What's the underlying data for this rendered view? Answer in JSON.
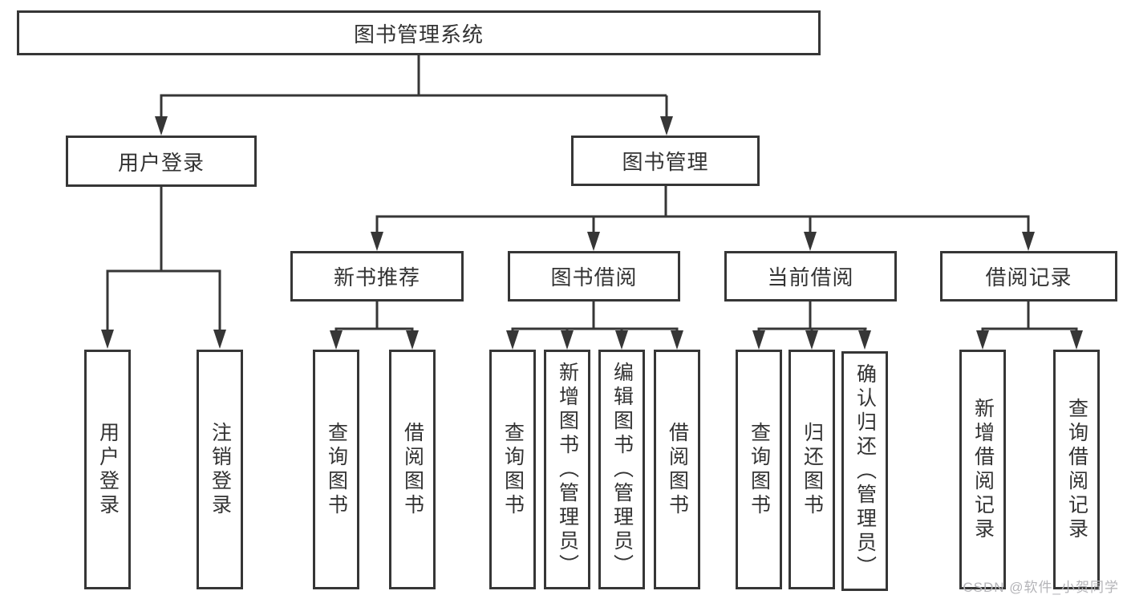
{
  "colors": {
    "line": "#363636",
    "box_border": "#363636",
    "text": "#333333",
    "background": "#ffffff",
    "watermark_text": "#b4b4b8"
  },
  "watermark": {
    "text": "CSDN @软件_小贺同学"
  },
  "tree": {
    "label": "图书管理系统",
    "children": [
      {
        "label": "用户登录",
        "children": [
          {
            "label": "用户登录"
          },
          {
            "label": "注销登录"
          }
        ]
      },
      {
        "label": "图书管理",
        "children": [
          {
            "label": "新书推荐",
            "children": [
              {
                "label": "查询图书"
              },
              {
                "label": "借阅图书"
              }
            ]
          },
          {
            "label": "图书借阅",
            "children": [
              {
                "label": "查询图书"
              },
              {
                "label": "新增图书（管理员）"
              },
              {
                "label": "编辑图书（管理员）"
              },
              {
                "label": "借阅图书"
              }
            ]
          },
          {
            "label": "当前借阅",
            "children": [
              {
                "label": "查询图书"
              },
              {
                "label": "归还图书"
              },
              {
                "label": "确认归还（管理员）"
              }
            ]
          },
          {
            "label": "借阅记录",
            "children": [
              {
                "label": "新增借阅记录"
              },
              {
                "label": "查询借阅记录"
              }
            ]
          }
        ]
      }
    ]
  }
}
